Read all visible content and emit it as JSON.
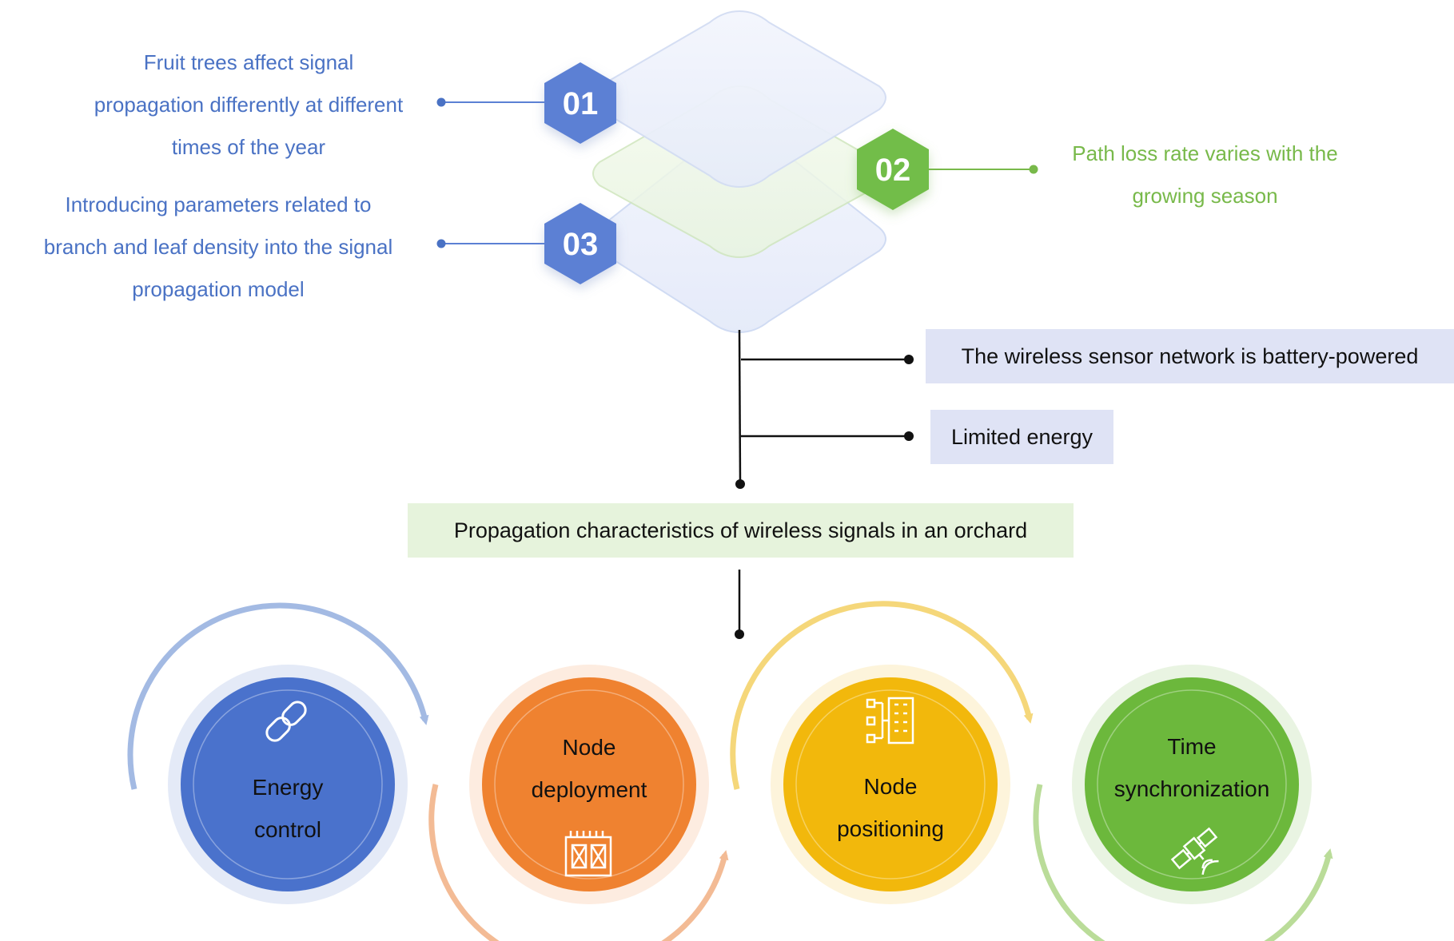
{
  "hexagons": [
    {
      "number": "01",
      "color": "#5b80d4"
    },
    {
      "number": "02",
      "color": "#72bd48"
    },
    {
      "number": "03",
      "color": "#5b80d4"
    }
  ],
  "notes": {
    "note01": [
      "Fruit trees affect signal",
      "propagation differently at different",
      "times of the year"
    ],
    "note02": [
      "Path loss rate varies with the",
      "growing season"
    ],
    "note03": [
      "Introducing parameters related to",
      "branch and leaf density into the signal",
      "propagation model"
    ]
  },
  "boxes": {
    "battery": "The wireless sensor network is battery-powered",
    "energy": "Limited energy",
    "center": "Propagation characteristics of wireless signals in an orchard"
  },
  "circles": [
    {
      "lines": [
        "Energy",
        "control"
      ],
      "color": "#4a72cc",
      "icon": "link-icon"
    },
    {
      "lines": [
        "Node",
        "deployment"
      ],
      "color": "#ef8230",
      "icon": "chip-icon"
    },
    {
      "lines": [
        "Node",
        "positioning"
      ],
      "color": "#f2b80c",
      "icon": "network-icon"
    },
    {
      "lines": [
        "Time",
        "synchronization"
      ],
      "color": "#6cb83c",
      "icon": "satellite-icon"
    }
  ],
  "colors": {
    "blue": "#4a72c4",
    "green": "#78b94a",
    "orange": "#ef8230",
    "yellow": "#f2b80c",
    "lavender_box": "#dfe3f5",
    "mint_box": "#e6f3dc"
  }
}
